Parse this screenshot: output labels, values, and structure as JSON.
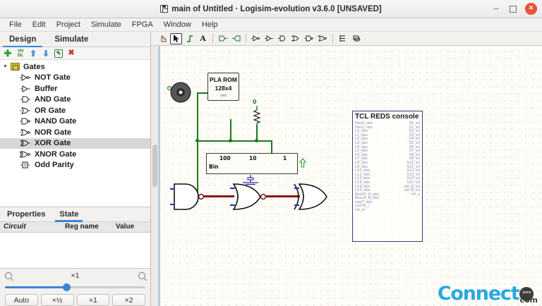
{
  "window": {
    "title": "main of Untitled · Logisim-evolution v3.6.0 [UNSAVED]",
    "save_icon": "save-icon",
    "minimize": "–",
    "maximize": "□",
    "close": "×"
  },
  "menubar": {
    "items": [
      "File",
      "Edit",
      "Project",
      "Simulate",
      "FPGA",
      "Window",
      "Help"
    ]
  },
  "left_panel": {
    "tabs": [
      {
        "label": "Design",
        "active": true
      },
      {
        "label": "Simulate",
        "active": false
      }
    ],
    "tool_icons": [
      {
        "name": "add-circuit-icon",
        "glyph": "✚",
        "color": "#2ca02c"
      },
      {
        "name": "vhdl-icon",
        "glyph": "VH",
        "color": "#2f7d32"
      },
      {
        "name": "move-up-icon",
        "glyph": "⬆",
        "color": "#4a90d9"
      },
      {
        "name": "move-down-icon",
        "glyph": "⬇",
        "color": "#4a90d9"
      },
      {
        "name": "edit-icon",
        "glyph": "✎",
        "color": "#2f7d32"
      },
      {
        "name": "delete-icon",
        "glyph": "✖",
        "color": "#cc3333"
      }
    ],
    "tree": {
      "root": {
        "label": "Gates",
        "expanded": true
      },
      "items": [
        {
          "label": "NOT Gate",
          "icon": "not-gate-icon",
          "selected": false
        },
        {
          "label": "Buffer",
          "icon": "buffer-icon",
          "selected": false
        },
        {
          "label": "AND Gate",
          "icon": "and-gate-icon",
          "selected": false
        },
        {
          "label": "OR Gate",
          "icon": "or-gate-icon",
          "selected": false
        },
        {
          "label": "NAND Gate",
          "icon": "nand-gate-icon",
          "selected": false
        },
        {
          "label": "NOR Gate",
          "icon": "nor-gate-icon",
          "selected": false
        },
        {
          "label": "XOR Gate",
          "icon": "xor-gate-icon",
          "selected": true
        },
        {
          "label": "XNOR Gate",
          "icon": "xnor-gate-icon",
          "selected": false
        },
        {
          "label": "Odd Parity",
          "icon": "odd-parity-icon",
          "selected": false
        }
      ]
    },
    "properties": {
      "tabs": [
        {
          "label": "Properties",
          "active": false
        },
        {
          "label": "State",
          "active": true
        }
      ],
      "columns": [
        "Circuit",
        "Reg name",
        "Value"
      ],
      "rows": []
    },
    "zoom": {
      "level_label": "×1",
      "zoom_out_icon": "zoom-out-icon",
      "zoom_in_icon": "zoom-in-icon",
      "buttons": [
        "Auto",
        "×½",
        "×1",
        "×2"
      ]
    }
  },
  "canvas_toolbar": {
    "tools": [
      {
        "name": "poke-tool",
        "active": false
      },
      {
        "name": "select-tool",
        "active": true
      },
      {
        "name": "wiring-tool",
        "active": false
      },
      {
        "name": "text-tool",
        "active": false
      },
      {
        "name": "input-pin-tool",
        "active": false
      },
      {
        "name": "output-pin-tool",
        "active": false
      },
      {
        "name": "not-gate-tool",
        "active": false
      },
      {
        "name": "buffer-tool",
        "active": false
      },
      {
        "name": "and-gate-tool",
        "active": false
      },
      {
        "name": "or-gate-tool",
        "active": false
      },
      {
        "name": "nand-gate-tool",
        "active": false
      },
      {
        "name": "nor-gate-tool",
        "active": false
      },
      {
        "name": "splitter-tool",
        "active": false
      },
      {
        "name": "tunnel-tool",
        "active": false
      }
    ]
  },
  "canvas": {
    "pla_rom": {
      "line1": "PLA ROM",
      "line2": "128x4",
      "line3": "set"
    },
    "resistor": {
      "label": "0"
    },
    "bin_display": {
      "label": "Bin",
      "digits": [
        "100",
        "10",
        "1"
      ]
    },
    "probe": {
      "value": "0"
    },
    "tcl_console": {
      "title": "TCL REDS console",
      "left_ports": [
        "Hex0_obs",
        "Hex1_obs",
        "L0_obs",
        "L1_obs",
        "L2_obs",
        "L3_obs",
        "L4_obs",
        "L5_obs",
        "L6_obs",
        "L7_obs",
        "L8_obs",
        "L9_obs",
        "L10_obs",
        "L11_obs",
        "L12_obs",
        "L13_obs",
        "L14_obs",
        "L15_obs",
        "Result_A_obs",
        "Result_B_obs",
        "seg7_obs",
        "sysclk_i",
        "rst_in"
      ],
      "right_ports": [
        "S0_sti",
        "S1_sti",
        "S2_sti",
        "S3_sti",
        "S4_sti",
        "S5_sti",
        "S6_sti",
        "S7_sti",
        "S8_sti",
        "S9_sti",
        "S10_sti",
        "S11_sti",
        "S12_sti",
        "S13_sti",
        "S14_sti",
        "S15_sti",
        "Val_A_sti",
        "Val_B_sti",
        "rst_o"
      ]
    },
    "gate_chain": [
      {
        "name": "nand-gate",
        "type": "nand"
      },
      {
        "name": "nor-gate",
        "type": "nor"
      },
      {
        "name": "xor-gate",
        "type": "xor"
      }
    ],
    "colors": {
      "wire_valid": "#1e7a1e",
      "wire_error": "#8f1010",
      "canvas_bg": "#fdfcf7",
      "accent": "#3a86d6"
    }
  },
  "watermark": {
    "word": "Connect",
    "suffix": "com"
  }
}
